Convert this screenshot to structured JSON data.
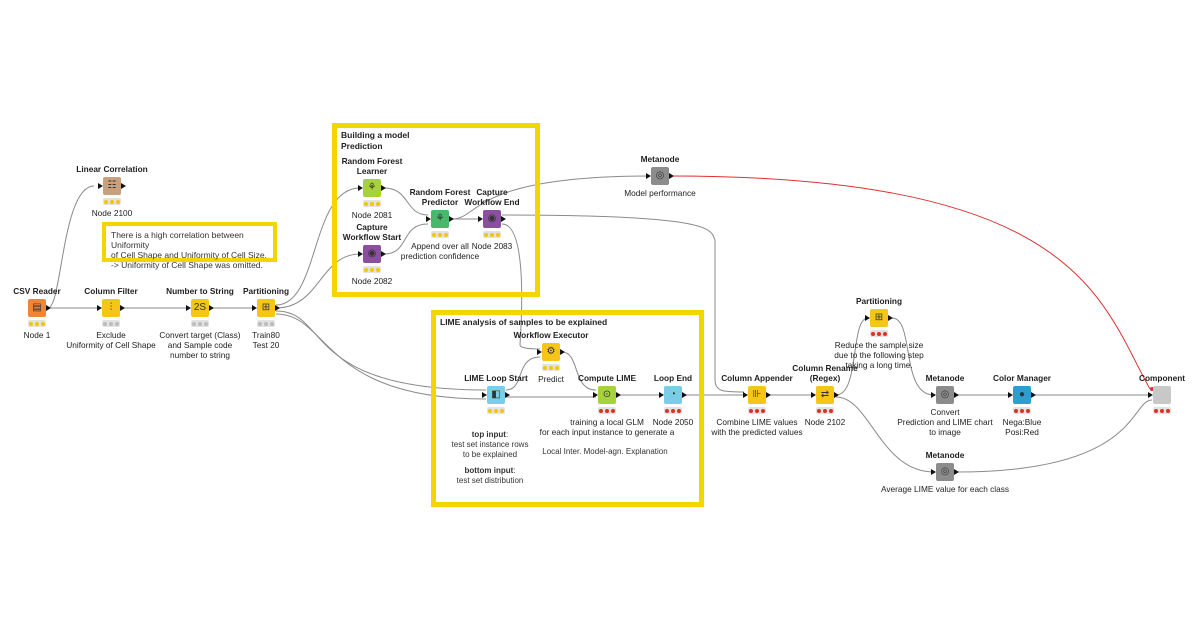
{
  "annotations": {
    "correlation_note": "There is a high correlation between  Uniformity\nof Cell Shape and Uniformity of Cell Size.\n-> Uniformity of Cell Shape was omitted.",
    "model_box_title": "Building a model\nPrediction",
    "lime_box_title": "LIME analysis of samples to be explained",
    "top_input_head": "top input",
    "top_input_desc": ":\ntest set instance rows\nto be explained",
    "bottom_input_head": "bottom input",
    "bottom_input_desc": ":\ntest set distribution",
    "lime_method_note": "Local Inter. Model-agn. Explanation"
  },
  "nodes": {
    "csv_reader": {
      "title": "CSV Reader",
      "label": "Node 1",
      "color": "#f08536",
      "glyph": "▤",
      "status": "yellow"
    },
    "linear_correlation": {
      "title": "Linear Correlation",
      "label": "Node 2100",
      "color": "#c9a07c",
      "glyph": "☷",
      "status": "yellow"
    },
    "column_filter": {
      "title": "Column Filter",
      "label": "Exclude\nUniformity of Cell Shape",
      "color": "#f5c518",
      "glyph": "⫶",
      "status": "grey"
    },
    "number_to_string": {
      "title": "Number to String",
      "label": "Convert target (Class)\nand Sample code\nnumber to string",
      "color": "#f5c518",
      "glyph": "2S",
      "status": "grey"
    },
    "partitioning_1": {
      "title": "Partitioning",
      "label": "Train80\nTest 20",
      "color": "#f5c518",
      "glyph": "⊞",
      "status": "grey"
    },
    "rf_learner": {
      "title": "Random Forest\nLearner",
      "label": "Node 2081",
      "color": "#a6d23c",
      "glyph": "⚘",
      "status": "yellow"
    },
    "capture_start": {
      "title": "Capture\nWorkflow Start",
      "label": "Node 2082",
      "color": "#8a4f9e",
      "glyph": "◉",
      "status": "yellow"
    },
    "rf_predictor": {
      "title": "Random Forest\nPredictor",
      "label": "Append over all\nprediction confidence",
      "color": "#48b96b",
      "glyph": "⚘",
      "status": "yellow"
    },
    "capture_end": {
      "title": "Capture\nWorkflow End",
      "label": "Node 2083",
      "color": "#8a4f9e",
      "glyph": "◉",
      "status": "yellow"
    },
    "metanode_perf": {
      "title": "Metanode",
      "label": "Model performance",
      "color": "#8c8c8c",
      "glyph": "◎",
      "status": ""
    },
    "workflow_executor": {
      "title": "Workflow Executor",
      "label": "Predict",
      "color": "#f5c518",
      "glyph": "⚙",
      "status": "yellow"
    },
    "lime_loop_start": {
      "title": "LIME Loop Start",
      "label": "",
      "color": "#79cde6",
      "glyph": "◧",
      "status": "yellow"
    },
    "compute_lime": {
      "title": "Compute LIME",
      "label": "training a local GLM\nfor each input instance to generate a",
      "color": "#a6d23c",
      "glyph": "⊙",
      "status": "red"
    },
    "loop_end": {
      "title": "Loop End",
      "label": "Node 2050",
      "color": "#79cde6",
      "glyph": "◔",
      "status": "red"
    },
    "column_appender": {
      "title": "Column Appender",
      "label": "Combine LIME values\nwith the predicted values",
      "color": "#f5c518",
      "glyph": "⊪",
      "status": "red"
    },
    "column_rename": {
      "title": "Column Rename\n(Regex)",
      "label": "Node 2102",
      "color": "#f5c518",
      "glyph": "⇄",
      "status": "red"
    },
    "partitioning_2": {
      "title": "Partitioning",
      "label": "Reduce the sample size\ndue to the following step\ntaking a long time.",
      "color": "#f5c518",
      "glyph": "⊞",
      "status": "red"
    },
    "metanode_convert": {
      "title": "Metanode",
      "label": "Convert\nPrediction and LIME chart\nto image",
      "color": "#8c8c8c",
      "glyph": "◎",
      "status": ""
    },
    "color_manager": {
      "title": "Color Manager",
      "label": "Nega:Blue\nPosi:Red",
      "color": "#2c9fd0",
      "glyph": "●",
      "status": "red"
    },
    "metanode_avg": {
      "title": "Metanode",
      "label": "Average LIME value for each class",
      "color": "#8c8c8c",
      "glyph": "◎",
      "status": ""
    },
    "component": {
      "title": "Component",
      "label": "",
      "color": "#c8c8c8",
      "glyph": "",
      "status": "red"
    }
  }
}
